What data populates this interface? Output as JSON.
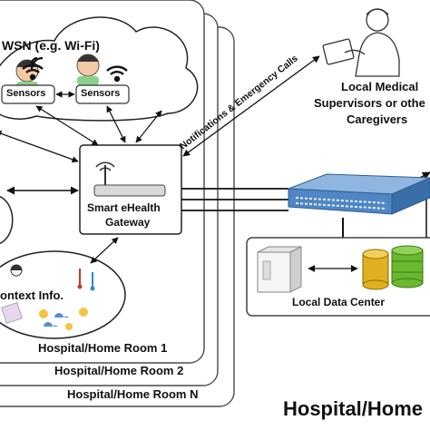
{
  "wsn_label": "WSN (e.g. Wi-Fi)",
  "sensor_labels": [
    "Sensors",
    "Sensors"
  ],
  "gateway_label_line1": "Smart eHealth",
  "gateway_label_line2": "Gateway",
  "context_label": "ontext Info.",
  "notification_label": "Notifications & Emergency Calls",
  "supervisors_line1": "Local Medical",
  "supervisors_line2": "Supervisors or othe",
  "supervisors_line3": "Caregivers",
  "data_center_label": "Local Data Center",
  "rooms": [
    "Hospital/Home Room 1",
    "Hospital/Home Room 2",
    "Hospital/Home Room N"
  ],
  "footer_label": "Hospital/Home",
  "colors": {
    "room_border": "#4a4a4a",
    "arrow": "#111111",
    "switch_body": "#4f86c6",
    "cylinder_yellow": "#e0b020",
    "cylinder_green": "#6ab82e"
  }
}
